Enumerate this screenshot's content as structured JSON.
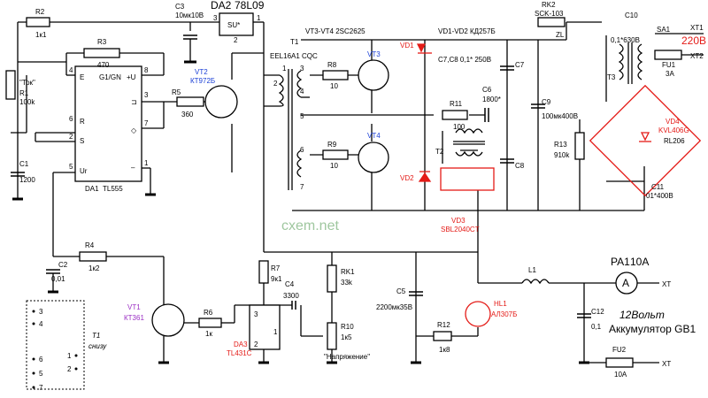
{
  "components": {
    "r2": {
      "ref": "R2",
      "value": "1к1"
    },
    "r3": {
      "ref": "R3",
      "value": "470"
    },
    "r1": {
      "ref": "R1",
      "value": "100k",
      "name": "\"Ток\""
    },
    "c1": {
      "ref": "C1",
      "value": "1200"
    },
    "c3": {
      "ref": "C3",
      "value": "10мк10В"
    },
    "da2": {
      "ref": "DA2",
      "part": "78L09",
      "body": "SU*",
      "pins": [
        "3",
        "1",
        "2"
      ]
    },
    "da1": {
      "ref": "DA1",
      "part": "TL555",
      "type": "G1/GN",
      "pins_left": [
        "4",
        "6",
        "2",
        "5"
      ],
      "pins_right": [
        "8",
        "3",
        "7",
        "1"
      ],
      "labels_left": [
        "E",
        "R",
        "S",
        "Ur"
      ],
      "labels_right": [
        "+U",
        "⊐",
        "◇",
        "–"
      ]
    },
    "vt2": {
      "ref": "VT2",
      "part": "КТ972Б"
    },
    "r5": {
      "ref": "R5",
      "value": "360"
    },
    "t1": {
      "ref": "T1",
      "core": "EEL16A1 CQC",
      "pins": [
        "1",
        "2",
        "3",
        "4",
        "5",
        "6",
        "7"
      ]
    },
    "vt3vt4_note": "VT3-VT4  2SC2625",
    "vt3": {
      "ref": "VT3"
    },
    "vt4": {
      "ref": "VT4"
    },
    "r8": {
      "ref": "R8",
      "value": "10"
    },
    "r9": {
      "ref": "R9",
      "value": "10"
    },
    "vd1": {
      "ref": "VD1"
    },
    "vd2": {
      "ref": "VD2"
    },
    "vd_note": "VD1-VD2  КД257Б",
    "c78_note": "C7,C8  0,1* 250В",
    "r11": {
      "ref": "R11",
      "value": "100"
    },
    "c6": {
      "ref": "C6",
      "value": "1800*"
    },
    "c7": {
      "ref": "C7"
    },
    "c8": {
      "ref": "C8"
    },
    "t2": {
      "ref": "T2"
    },
    "vd3": {
      "ref": "VD3",
      "part": "SBL2040CT"
    },
    "rk2": {
      "ref": "RK2",
      "part": "SCK-103",
      "tag": "ZL"
    },
    "c9": {
      "ref": "C9",
      "value": "100мк400В"
    },
    "r13": {
      "ref": "R13",
      "value": "910k"
    },
    "c10": {
      "ref": "C10",
      "value": "0,1*630В"
    },
    "sa1": {
      "ref": "SA1"
    },
    "t3": {
      "ref": "T3"
    },
    "fu1": {
      "ref": "FU1",
      "value": "3A"
    },
    "mains": "220В",
    "xt1": "XT1",
    "xt2": "XT2",
    "vd4": {
      "ref": "VD4",
      "part": "KVL406G",
      "alt": "RL206"
    },
    "c11": {
      "ref": "C11",
      "value": "01*400В"
    },
    "r4": {
      "ref": "R4",
      "value": "1к2"
    },
    "c2": {
      "ref": "C2",
      "value": "0,01"
    },
    "vt1": {
      "ref": "VT1",
      "part": "КТ361"
    },
    "r6": {
      "ref": "R6",
      "value": "1к"
    },
    "r7": {
      "ref": "R7",
      "value": "9к1"
    },
    "c4": {
      "ref": "C4",
      "value": "3300"
    },
    "da3": {
      "ref": "DA3",
      "part": "TL431C",
      "pins": [
        "3",
        "1",
        "2"
      ]
    },
    "rk1": {
      "ref": "RK1",
      "value": "33k"
    },
    "r10": {
      "ref": "R10",
      "value": "1к5",
      "name": "\"Напряжение\""
    },
    "c5": {
      "ref": "C5",
      "value": "2200мк35В"
    },
    "hl1": {
      "ref": "HL1",
      "part": "АЛ307Б"
    },
    "r12": {
      "ref": "R12",
      "value": "1к8"
    },
    "l1": {
      "ref": "L1"
    },
    "c12": {
      "ref": "C12",
      "value": "0,1"
    },
    "pa1": {
      "ref": "PA1",
      "value": "10A",
      "symbol": "A"
    },
    "fu2": {
      "ref": "FU2",
      "value": "10A"
    },
    "xt": "XT",
    "battery": {
      "voltage": "12Вольт",
      "name": "Аккумулятор  GB1"
    },
    "t1_bottom": {
      "title": "T1",
      "subtitle": "снизу",
      "pins": [
        "3",
        "4",
        "6",
        "5",
        "7",
        "1",
        "2"
      ]
    },
    "watermark": "cxem.net"
  },
  "colors": {
    "blue": "#1a3fd6",
    "red": "#e41b17",
    "purple": "#9b2fc4",
    "watermark": "#9fc79f"
  }
}
